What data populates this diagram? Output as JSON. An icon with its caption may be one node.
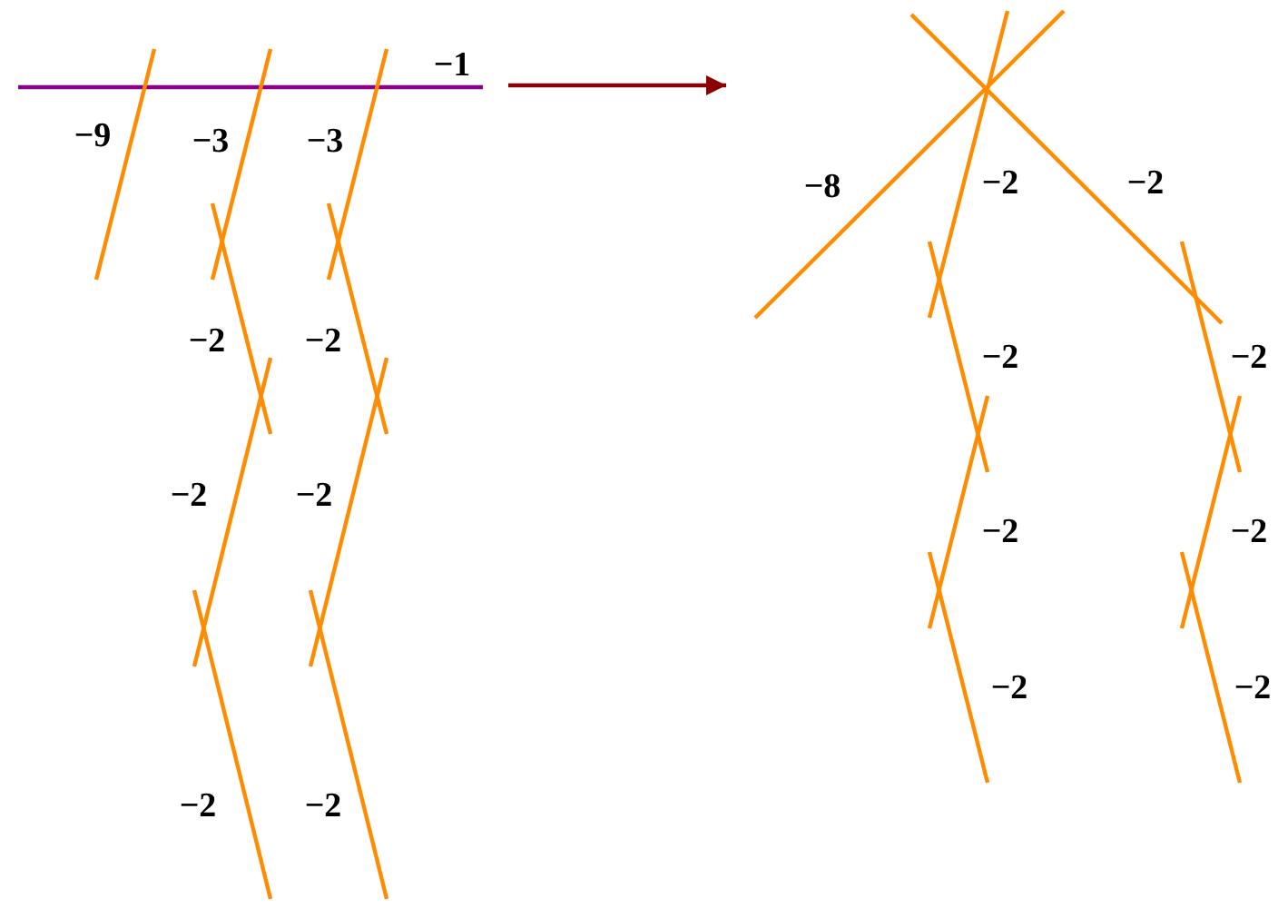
{
  "diagram": {
    "nodes": [
      {
        "text": [],
        "shape": "picture"
      },
      {
        "text": [],
        "shape": "picture"
      }
    ],
    "edges": [
      {
        "from": 0,
        "to": 1,
        "arrow": "to"
      }
    ],
    "labels": [
      "−1",
      "−9",
      "−3",
      "−3",
      "−2",
      "−2",
      "−2",
      "−2",
      "−2",
      "−2",
      "−8",
      "−2",
      "−2",
      "−2",
      "−2",
      "−2",
      "−2",
      "−2",
      "−2"
    ]
  }
}
